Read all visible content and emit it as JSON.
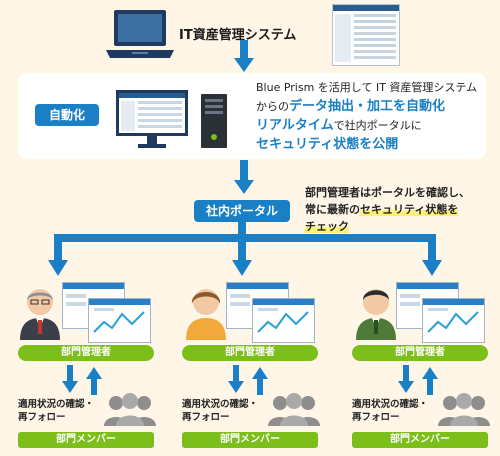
{
  "header": {
    "title": "IT資産管理システム"
  },
  "automation": {
    "label": "自動化",
    "line1": "Blue Prism を活用して IT 資産管理システム",
    "line2_pre": "からの",
    "line2_em": "データ抽出・加工を自動化",
    "line3_em": "リアルタイム",
    "line3_post": "で社内ポータルに",
    "line4_em": "セキュリティ状態を公開"
  },
  "portal": {
    "label": "社内ポータル",
    "note_line1": "部門管理者はポータルを確認し、",
    "note_line2_pre": "常に最新の",
    "note_line2_em": "セキュリティ状態を",
    "note_line3_em": "チェック"
  },
  "groups": [
    {
      "manager_label": "部門管理者",
      "action_line1": "適用状況の確認・",
      "action_line2": "再フォロー",
      "members_label": "部門メンバー"
    },
    {
      "manager_label": "部門管理者",
      "action_line1": "適用状況の確認・",
      "action_line2": "再フォロー",
      "members_label": "部門メンバー"
    },
    {
      "manager_label": "部門管理者",
      "action_line1": "適用状況の確認・",
      "action_line2": "再フォロー",
      "members_label": "部門メンバー"
    }
  ],
  "colors": {
    "accent_blue": "#1b7fc6",
    "accent_green": "#7cbe1a",
    "background": "#fff6e8",
    "highlight": "#fff176"
  },
  "icons": [
    "laptop-icon",
    "screenshot-thumbnail",
    "monitor-icon",
    "server-tower-icon",
    "person-icon",
    "dashboard-icon",
    "people-group-icon",
    "arrow-icon"
  ]
}
